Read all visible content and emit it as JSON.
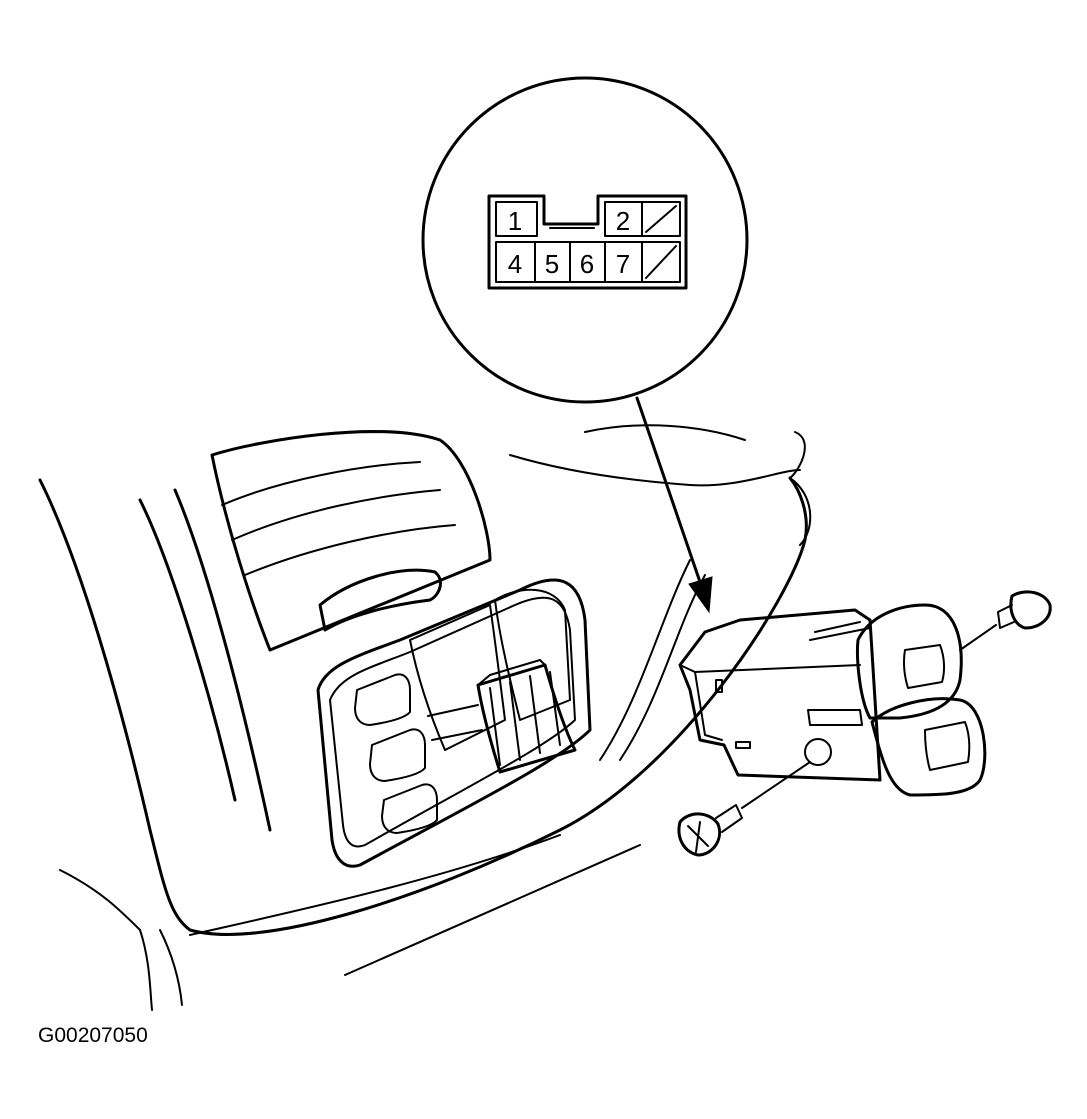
{
  "figure_id": "G00207050",
  "connector": {
    "pins": [
      {
        "label": "1",
        "state": "terminal"
      },
      {
        "label": "2",
        "state": "terminal"
      },
      {
        "label": "",
        "state": "unused"
      },
      {
        "label": "4",
        "state": "terminal"
      },
      {
        "label": "5",
        "state": "terminal"
      },
      {
        "label": "6",
        "state": "terminal"
      },
      {
        "label": "7",
        "state": "terminal"
      },
      {
        "label": "",
        "state": "unused"
      }
    ]
  }
}
